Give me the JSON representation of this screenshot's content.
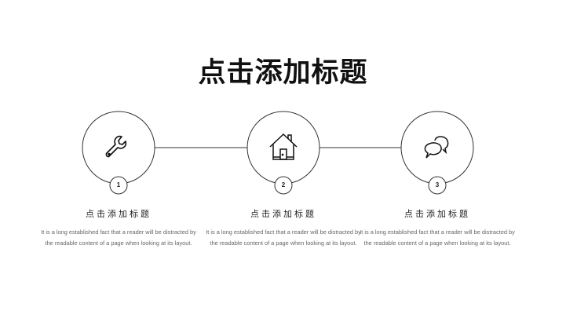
{
  "title": "点击添加标题",
  "steps": [
    {
      "number": "1",
      "icon": "wrench-icon",
      "heading": "点击添加标题",
      "text": "It is a long established fact that a reader will be distracted by the readable content of a page when looking at its layout."
    },
    {
      "number": "2",
      "icon": "house-icon",
      "heading": "点击添加标题",
      "text": "It is a long established fact that a reader will be distracted by the readable content of a page when looking at its layout."
    },
    {
      "number": "3",
      "icon": "chat-bubbles-icon",
      "heading": "点击添加标题",
      "text": "It is a long established fact that a reader will be distracted by the readable content of a page when looking at its layout."
    }
  ]
}
